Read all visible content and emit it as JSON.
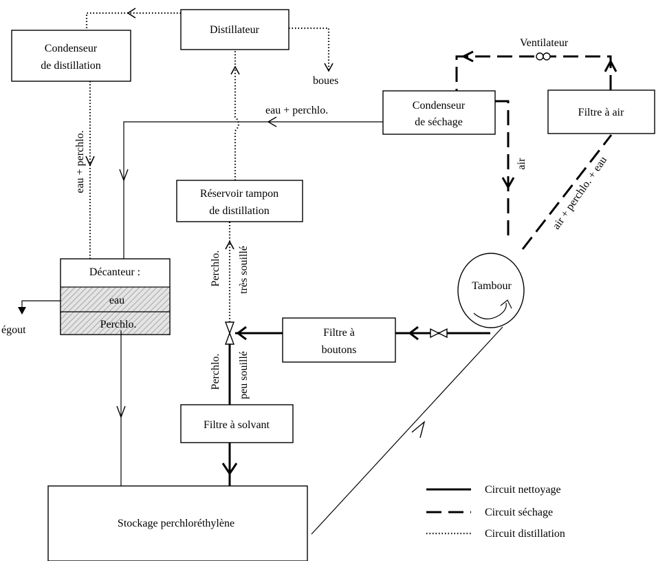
{
  "nodes": {
    "distillateur": "Distillateur",
    "condenseur_distillation_l1": "Condenseur",
    "condenseur_distillation_l2": "de distillation",
    "condenseur_sechage_l1": "Condenseur",
    "condenseur_sechage_l2": "de séchage",
    "filtre_air": "Filtre à air",
    "reservoir_l1": "Réservoir tampon",
    "reservoir_l2": "de distillation",
    "decanteur": "Décanteur :",
    "decanteur_eau": "eau",
    "decanteur_perchlo": "Perchlo.",
    "tambour": "Tambour",
    "filtre_boutons_l1": "Filtre à",
    "filtre_boutons_l2": "boutons",
    "filtre_solvant": "Filtre à solvant",
    "stockage": "Stockage perchloréthylène"
  },
  "labels": {
    "ventilateur": "Ventilateur",
    "boues": "boues",
    "egout": "égout",
    "eau_perchlo_top": "eau + perchlo.",
    "eau_perchlo_vertical": "eau + perchlo.",
    "air": "air",
    "air_perchlo_eau": "air + perchlo. + eau",
    "perchlo_1": "Perchlo.",
    "tres_souille": "très souillé",
    "perchlo_2": "Perchlo.",
    "peu_souille": "peu souillé"
  },
  "legend": [
    {
      "style": "solid",
      "label": "Circuit nettoyage"
    },
    {
      "style": "dashed",
      "label": "Circuit séchage"
    },
    {
      "style": "dotted",
      "label": "Circuit distillation"
    }
  ]
}
